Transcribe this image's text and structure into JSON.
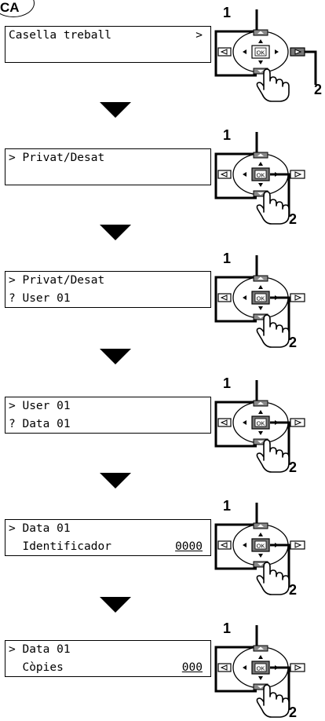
{
  "language_badge": "CA",
  "steps": [
    {
      "line1": "Casella treball",
      "line1_right": ">",
      "line2": "",
      "line2_right": "",
      "callout_top": "1",
      "callout_bottom": "2",
      "pressed": "right"
    },
    {
      "line1": "> Privat/Desat",
      "line1_right": "",
      "line2": "",
      "line2_right": "",
      "callout_top": "1",
      "callout_bottom": "2",
      "pressed": "ok"
    },
    {
      "line1": "> Privat/Desat",
      "line1_right": "",
      "line2": "? User 01",
      "line2_right": "",
      "callout_top": "1",
      "callout_bottom": "2",
      "pressed": "ok"
    },
    {
      "line1": "> User 01",
      "line1_right": "",
      "line2": "? Data 01",
      "line2_right": "",
      "callout_top": "1",
      "callout_bottom": "2",
      "pressed": "ok"
    },
    {
      "line1": "> Data 01",
      "line1_right": "",
      "line2": "  Identificador",
      "line2_right": "0000",
      "callout_top": "1",
      "callout_bottom": "2",
      "pressed": "ok"
    },
    {
      "line1": "> Data 01",
      "line1_right": "",
      "line2": "  Còpies",
      "line2_right": "000",
      "callout_top": "1",
      "callout_bottom": "2",
      "pressed": "ok"
    }
  ],
  "ok_label": "OK"
}
